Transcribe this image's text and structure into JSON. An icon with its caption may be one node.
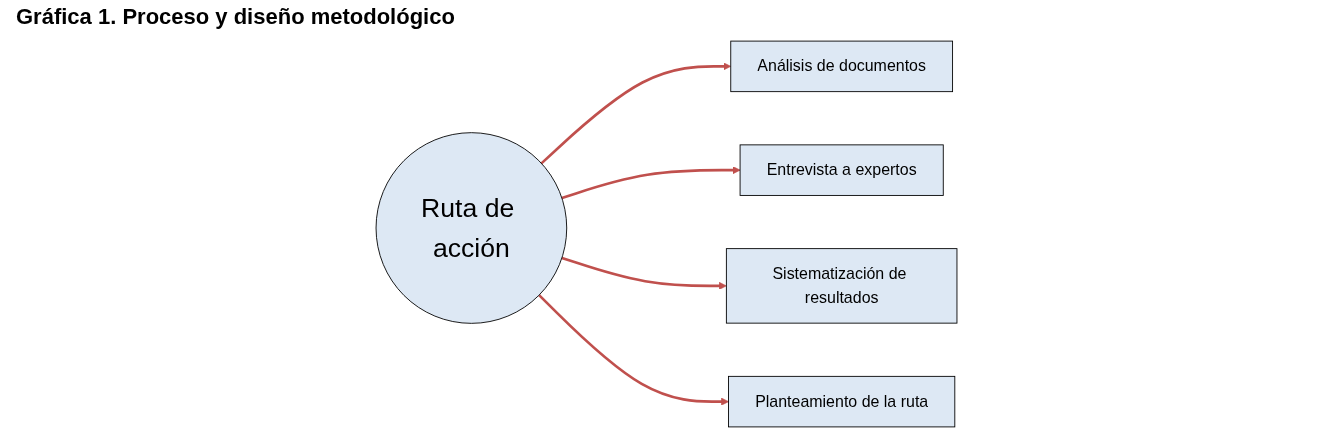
{
  "diagram": {
    "title": "Gráfica 1. Proceso y diseño metodológico",
    "nodes": [
      {
        "text": [
          "Análisis de documentos"
        ]
      },
      {
        "text": [
          "Sistematización de resultados"
        ]
      },
      {
        "text": [
          "Ruta de acción"
        ]
      },
      {
        "text": [
          "Entrevista a expertos"
        ]
      },
      {
        "text": [
          "Planteamiento de la ruta"
        ]
      }
    ],
    "edges": [
      {
        "from": 2,
        "to": 0,
        "arrow": "to",
        "color": "#c0504d"
      },
      {
        "from": 2,
        "to": 3,
        "arrow": "to",
        "color": "#c0504d"
      },
      {
        "from": 2,
        "to": 1,
        "arrow": "to",
        "color": "#c0504d"
      },
      {
        "from": 2,
        "to": 4,
        "arrow": "to",
        "color": "#c0504d"
      }
    ]
  }
}
